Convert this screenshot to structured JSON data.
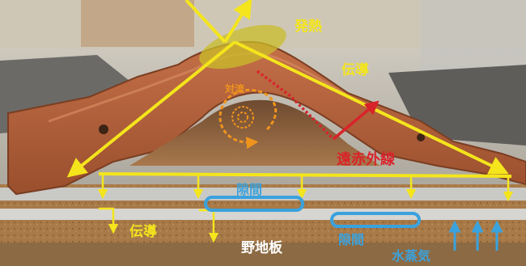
{
  "labels": {
    "heat_generation": "発熱",
    "conduction_upper": "伝導",
    "convection": "対流",
    "far_infrared": "遠赤外線",
    "gap_upper": "隙間",
    "conduction_lower": "伝導",
    "roof_sheathing": "野地板",
    "gap_lower": "隙間",
    "water_vapor": "水蒸気"
  },
  "colors": {
    "yellow": "#f4e51c",
    "heat_ellipse": "#c9bd2a",
    "orange": "#f0941e",
    "red": "#d9232a",
    "blue": "#3aa2dd",
    "tile": "#b5623a",
    "tile_dark": "#8c4527",
    "board": "#a87a48"
  }
}
